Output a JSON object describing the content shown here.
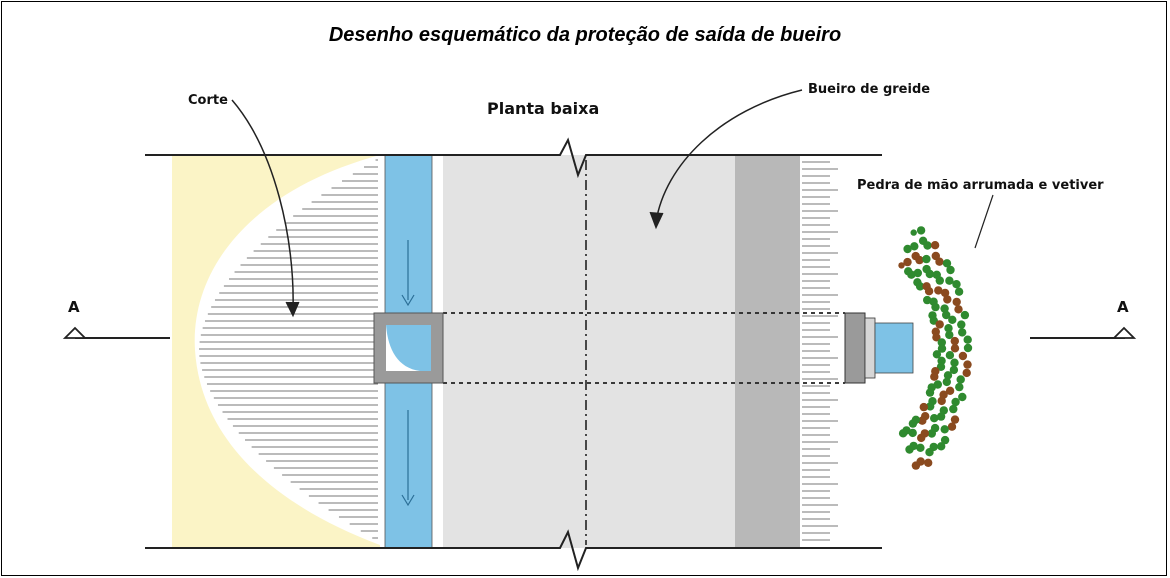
{
  "title": "Desenho esquemático da proteção de saída de bueiro",
  "labels": {
    "corte": "Corte",
    "planta_baixa": "Planta baixa",
    "bueiro_de_greide": "Bueiro de greide",
    "pedra": "Pedra de mão arrumada e vetiver",
    "section_left": "A",
    "section_right": "A"
  },
  "colors": {
    "slope_fill": "#fbf4c6",
    "channel_blue": "#7ec2e6",
    "roadway": "#e3e3e3",
    "shoulder": "#b8b8b8",
    "culvert_frame": "#9a9a9a",
    "stone": "#8a4a1f",
    "vetiver": "#2f8a2f"
  }
}
